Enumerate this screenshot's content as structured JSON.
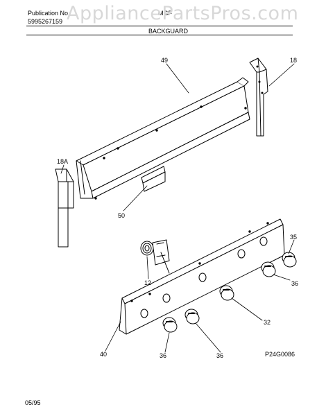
{
  "header": {
    "publication_label": "Publication No.",
    "publication_number": "5995267159",
    "model_partial": "MGF",
    "section_title": "BACKGUARD"
  },
  "watermark": "AppliancePartsPros.com",
  "callouts": {
    "c49": "49",
    "c18": "18",
    "c18a": "18A",
    "c50": "50",
    "c35": "35",
    "c36a": "36",
    "c12": "12",
    "c32": "32",
    "c40": "40",
    "c36b": "36",
    "c36c": "36"
  },
  "diagram_code": "P24G0086",
  "footer_date": "05/95"
}
